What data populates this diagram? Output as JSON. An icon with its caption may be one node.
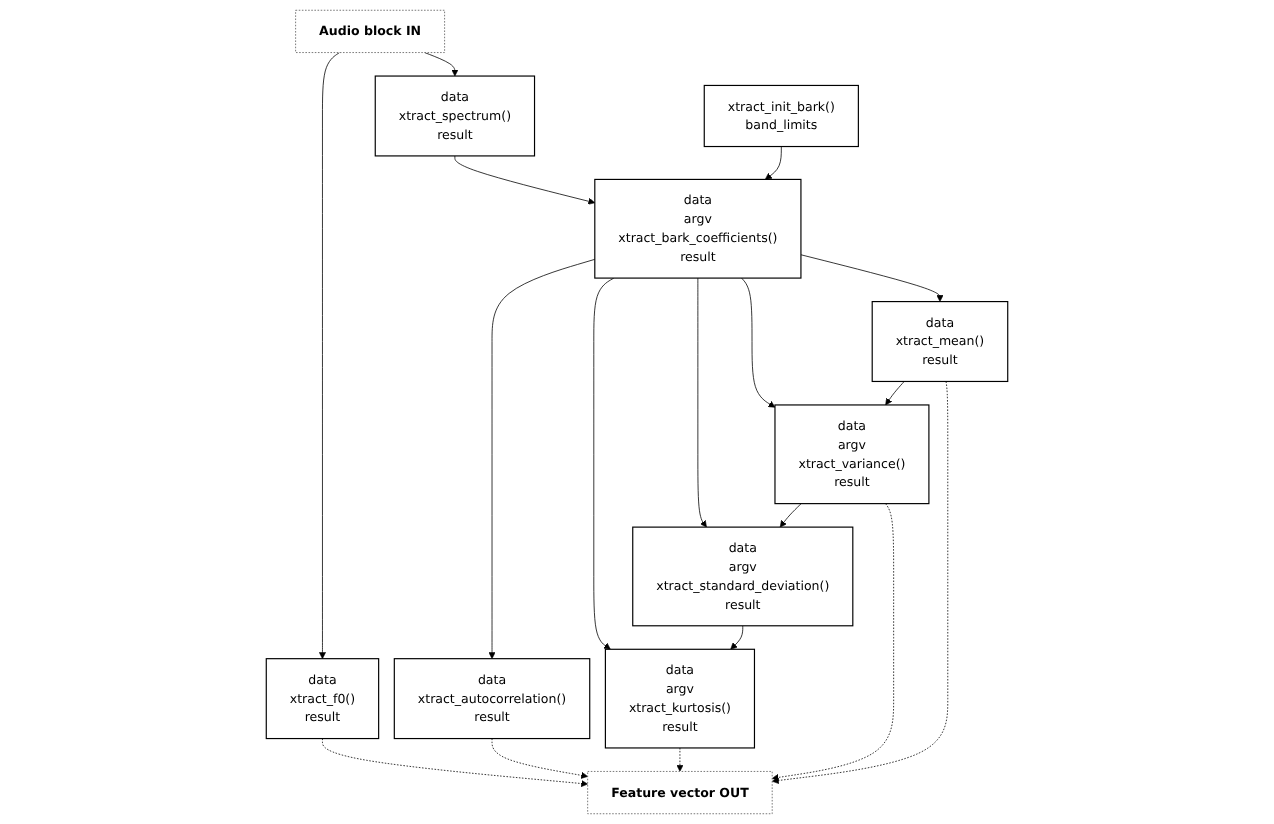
{
  "diagram": {
    "nodes": [
      {
        "text": [
          "Audio block IN"
        ]
      },
      {
        "text": [
          "xtract_init_bark()",
          "band_limits"
        ]
      },
      {
        "text": [
          "data",
          "xtract_f0()",
          "result"
        ]
      },
      {
        "text": [
          "data",
          "xtract_spectrum()",
          "result"
        ]
      },
      {
        "text": [
          "data",
          "argv",
          "xtract_bark_coefficients()",
          "result"
        ]
      },
      {
        "text": [
          "data",
          "xtract_mean()",
          "result"
        ]
      },
      {
        "text": [
          "data",
          "argv",
          "xtract_variance()",
          "result"
        ]
      },
      {
        "text": [
          "data",
          "argv",
          "xtract_standard_deviation()",
          "result"
        ]
      },
      {
        "text": [
          "data",
          "xtract_autocorrelation()",
          "result"
        ]
      },
      {
        "text": [
          "data",
          "argv",
          "xtract_kurtosis()",
          "result"
        ]
      },
      {
        "text": [
          "Feature vector OUT"
        ]
      }
    ],
    "edges": [
      {
        "from": 0,
        "to": 2,
        "arrow": "to"
      },
      {
        "from": 0,
        "to": 3,
        "arrow": "to"
      },
      {
        "from": 3,
        "to": 4,
        "arrow": "to"
      },
      {
        "from": 1,
        "to": 4,
        "arrow": "to"
      },
      {
        "from": 4,
        "to": 5,
        "arrow": "to"
      },
      {
        "from": 4,
        "to": 6,
        "arrow": "to"
      },
      {
        "from": 4,
        "to": 7,
        "arrow": "to"
      },
      {
        "from": 4,
        "to": 8,
        "arrow": "to"
      },
      {
        "from": 4,
        "to": 9,
        "arrow": "to"
      },
      {
        "from": 5,
        "to": 6,
        "arrow": "to"
      },
      {
        "from": 6,
        "to": 7,
        "arrow": "to"
      },
      {
        "from": 7,
        "to": 9,
        "arrow": "to"
      },
      {
        "from": 2,
        "to": 10,
        "arrow": "to",
        "style": "dashed"
      },
      {
        "from": 8,
        "to": 10,
        "arrow": "to",
        "style": "dashed"
      },
      {
        "from": 9,
        "to": 10,
        "arrow": "to",
        "style": "dashed"
      },
      {
        "from": 6,
        "to": 10,
        "arrow": "to",
        "style": "dashed"
      },
      {
        "from": 5,
        "to": 10,
        "arrow": "to",
        "style": "dashed"
      }
    ]
  }
}
